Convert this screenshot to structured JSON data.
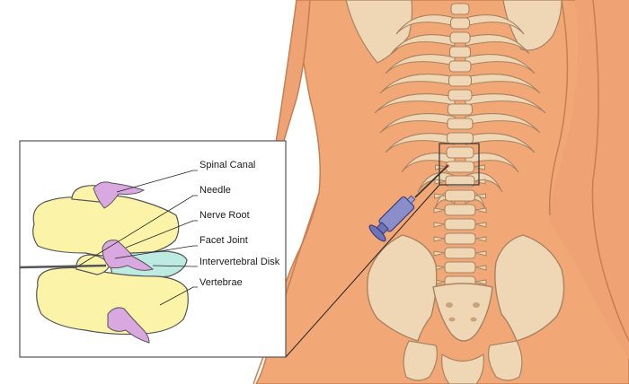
{
  "labels": {
    "spinal_canal": "Spinal Canal",
    "needle": "Needle",
    "nerve_root": "Nerve Root",
    "facet_joint": "Facet Joint",
    "intervertebral_disk": "Intervertebral Disk",
    "vertebrae": "Vertebrae"
  },
  "colors": {
    "skin": "#F2A777",
    "skin_outline": "#C67F52",
    "bone": "#EFD6B4",
    "bone_outline": "#A88360",
    "vertebra_inset": "#FBF3A8",
    "disk": "#BDEAE1",
    "nerve": "#D9A8E0",
    "syringe": "#6F73B8"
  }
}
